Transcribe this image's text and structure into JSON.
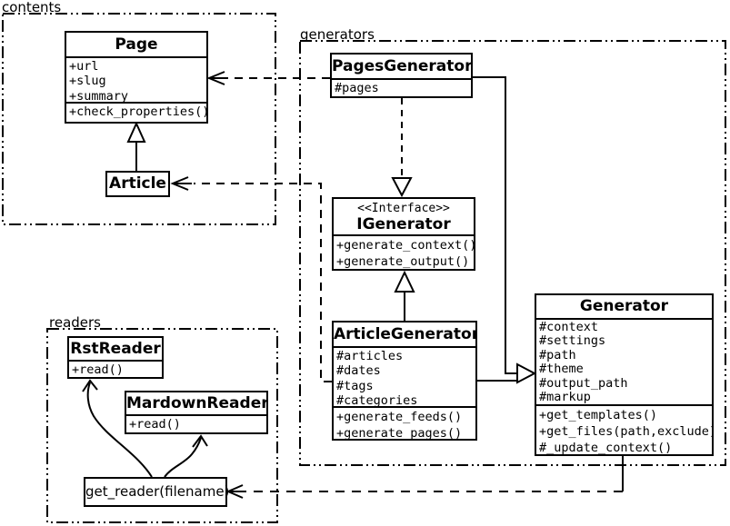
{
  "diagram": {
    "kind": "uml-class-diagram",
    "colors": {
      "line": "#000000",
      "background": "#ffffff",
      "box_fill": "#ffffff"
    },
    "packages": [
      {
        "id": "contents",
        "label": "contents"
      },
      {
        "id": "generators",
        "label": "generators"
      },
      {
        "id": "readers",
        "label": "readers"
      }
    ],
    "classes": {
      "page": {
        "name": "Page",
        "attributes": [
          "+url",
          "+slug",
          "+summary"
        ],
        "methods": [
          "+check_properties()"
        ]
      },
      "article": {
        "name": "Article"
      },
      "pages_generator": {
        "name": "PagesGenerator",
        "attributes": [
          "#pages"
        ]
      },
      "igenerator": {
        "stereotype": "<<Interface>>",
        "name": "IGenerator",
        "methods": [
          "+generate_context()",
          "+generate_output()"
        ]
      },
      "article_generator": {
        "name": "ArticleGenerator",
        "attributes": [
          "#articles",
          "#dates",
          "#tags",
          "#categories"
        ],
        "methods": [
          "+generate_feeds()",
          "+generate_pages()"
        ]
      },
      "generator": {
        "name": "Generator",
        "attributes": [
          "#context",
          "#settings",
          "#path",
          "#theme",
          "#output_path",
          "#markup"
        ],
        "methods": [
          "+get_templates()",
          "+get_files(path,exclude)",
          "#_update_context()"
        ]
      },
      "rst_reader": {
        "name": "RstReader",
        "methods": [
          "+read()"
        ]
      },
      "mardown_reader": {
        "name": "MardownReader",
        "methods": [
          "+read()"
        ]
      },
      "get_reader": {
        "name": "get_reader(filename)"
      }
    }
  }
}
